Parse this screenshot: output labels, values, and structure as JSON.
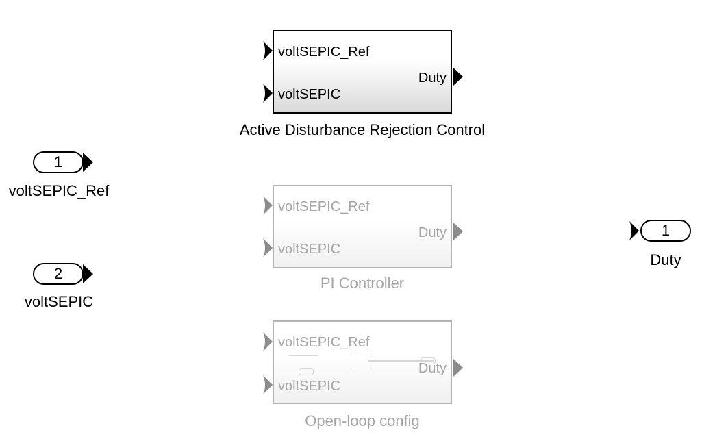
{
  "blocks": {
    "adrc": {
      "caption": "Active Disturbance Rejection Control",
      "input1": "voltSEPIC_Ref",
      "input2": "voltSEPIC",
      "output": "Duty"
    },
    "pi": {
      "caption": "PI Controller",
      "input1": "voltSEPIC_Ref",
      "input2": "voltSEPIC",
      "output": "Duty"
    },
    "openloop": {
      "caption": "Open-loop config",
      "input1": "voltSEPIC_Ref",
      "input2": "voltSEPIC",
      "output": "Duty"
    }
  },
  "inports": [
    {
      "number": "1",
      "name": "voltSEPIC_Ref"
    },
    {
      "number": "2",
      "name": "voltSEPIC"
    }
  ],
  "outports": [
    {
      "number": "1",
      "name": "Duty"
    }
  ],
  "colors": {
    "active": "#000000",
    "inactive": "#a6a6a6"
  }
}
